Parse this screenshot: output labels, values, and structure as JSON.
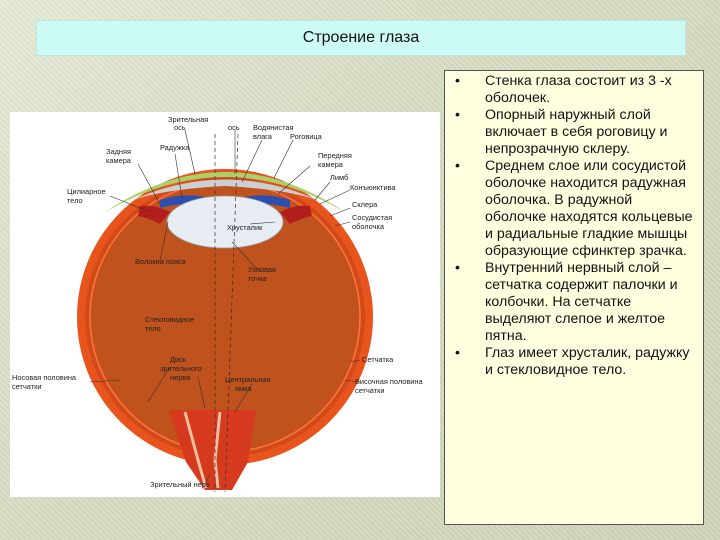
{
  "slide": {
    "title": "Строение глаза",
    "bullets": [
      "Стенка глаза состоит из 3 -х оболочек.",
      "Опорный наружный слой включает в себя роговицу и непрозрачную склеру.",
      "Среднем слое или сосудистой оболочке находится радужная оболочка.  В радужной оболочке находятся кольцевые и радиальные гладкие мышцы образующие сфинктер зрачка.",
      "Внутренний нервный слой – сетчатка содержит палочки и колбочки. На сетчатке выделяют слепое и желтое пятна.",
      "Глаз имеет хрусталик, радужку и стекловидное тело."
    ],
    "bullet_mark": "•"
  },
  "diagram": {
    "labels": {
      "visual_axis_1": "Зрительная",
      "visual_axis_2": "ось",
      "optical_axis": "ось",
      "aqueous_1": "Водянистая",
      "aqueous_2": "влага",
      "cornea": "Роговица",
      "posterior_chamber_1": "Задняя",
      "posterior_chamber_2": "камера",
      "iris": "Радужка",
      "anterior_chamber_1": "Передняя",
      "anterior_chamber_2": "камера",
      "limbus": "Лимб",
      "conjunctiva": "Конъюнктива",
      "ciliary_1": "Цилиарное",
      "ciliary_2": "тело",
      "sclera": "Склера",
      "choroid_1": "Сосудистая",
      "choroid_2": "оболочка",
      "lens": "Хрусталик",
      "zonule": "Волокна пояса",
      "nodal_1": "Узловая",
      "nodal_2": "точка",
      "vitreous_1": "Стекловидное",
      "vitreous_2": "тело",
      "retina": "Сетчатка",
      "nasal_1": "Носовая половина",
      "nasal_2": "сетчатки",
      "disc_1": "Диск",
      "disc_2": "зрительного",
      "disc_3": "нерва",
      "fovea_1": "Центральная",
      "fovea_2": "ямка",
      "temporal_1": "Височная половина",
      "temporal_2": "сетчатки",
      "optic_nerve": "Зрительный нерв"
    }
  }
}
